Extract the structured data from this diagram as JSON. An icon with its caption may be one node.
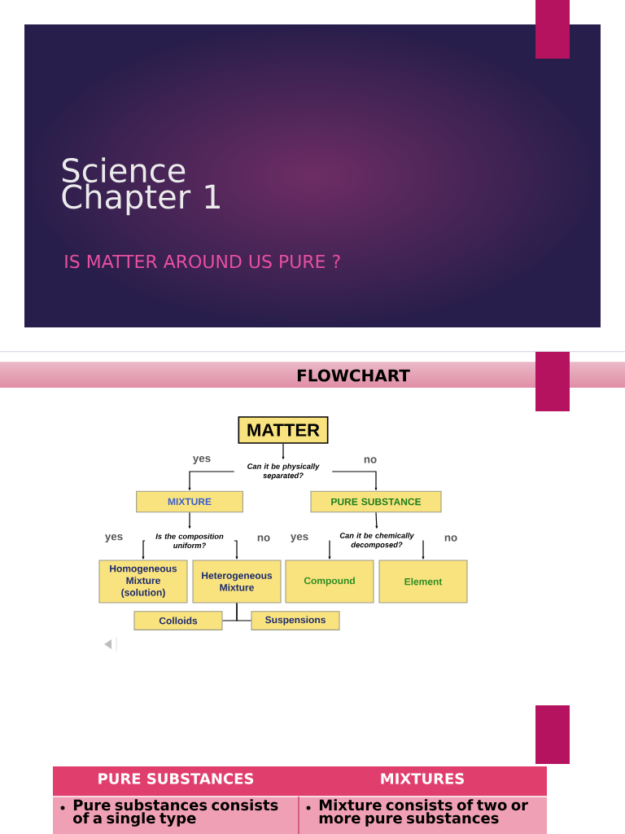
{
  "diagram": {
    "title": "Science Chapter 1",
    "nodes": [
      {
        "text": [
          "MATTER"
        ]
      },
      {
        "text": [
          "Can it be physically separated?"
        ]
      },
      {
        "text": [
          "MIXTURE"
        ]
      },
      {
        "text": [
          "PURE SUBSTANCE"
        ]
      },
      {
        "text": [
          "Is the composition uniform?"
        ]
      },
      {
        "text": [
          "Can it be chemically decomposed?"
        ]
      },
      {
        "text": [
          "Homogeneous Mixture (solution)"
        ]
      },
      {
        "text": [
          "Heterogeneous Mixture"
        ]
      },
      {
        "text": [
          "Compound"
        ]
      },
      {
        "text": [
          "Element"
        ]
      },
      {
        "text": [
          "Colloids"
        ]
      },
      {
        "text": [
          "Suspensions"
        ]
      }
    ],
    "edges": [
      {
        "from": 0,
        "to": 1,
        "arrow": "to"
      },
      {
        "from": 1,
        "to": 2,
        "arrow": "to",
        "label": "yes"
      },
      {
        "from": 1,
        "to": 3,
        "arrow": "to",
        "label": "no"
      },
      {
        "from": 2,
        "to": 4,
        "arrow": "to"
      },
      {
        "from": 4,
        "to": 6,
        "arrow": "to",
        "label": "yes"
      },
      {
        "from": 4,
        "to": 7,
        "arrow": "to",
        "label": "no"
      },
      {
        "from": 3,
        "to": 5,
        "arrow": "to"
      },
      {
        "from": 5,
        "to": 8,
        "arrow": "to",
        "label": "yes"
      },
      {
        "from": 5,
        "to": 9,
        "arrow": "to",
        "label": "no"
      },
      {
        "from": 7,
        "to": 10,
        "arrow": "none"
      },
      {
        "from": 7,
        "to": 11,
        "arrow": "none"
      }
    ],
    "labels": [
      "IS MATTER AROUND US PURE ?",
      "FLOWCHART",
      "PURE SUBSTANCES",
      "MIXTURES",
      "Pure substances consists of a single type",
      "Mixture consists of two or more pure substances"
    ]
  }
}
